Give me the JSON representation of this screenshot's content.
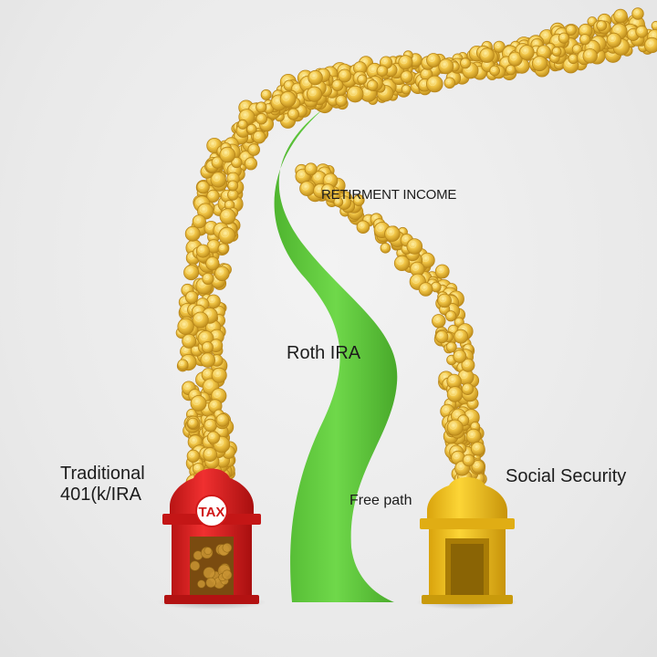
{
  "labels": {
    "retirement_income": "RETIRMENT INCOME",
    "roth": "Roth IRA",
    "traditional": "Traditional\n401(k/IRA",
    "free_path": "Free path",
    "social_security": "Social Security",
    "tax_badge": "TAX"
  },
  "colors": {
    "coin": "#e8b93a",
    "coin_dark": "#b8861a",
    "coin_light": "#fbe58a",
    "green_path": "#5cc83c",
    "tax_booth": "#e32222",
    "social_booth": "#f2c21a"
  },
  "icons": {
    "tax_booth": "tax-booth-icon",
    "social_booth": "social-security-booth-icon",
    "coin": "gold-coin-icon"
  }
}
